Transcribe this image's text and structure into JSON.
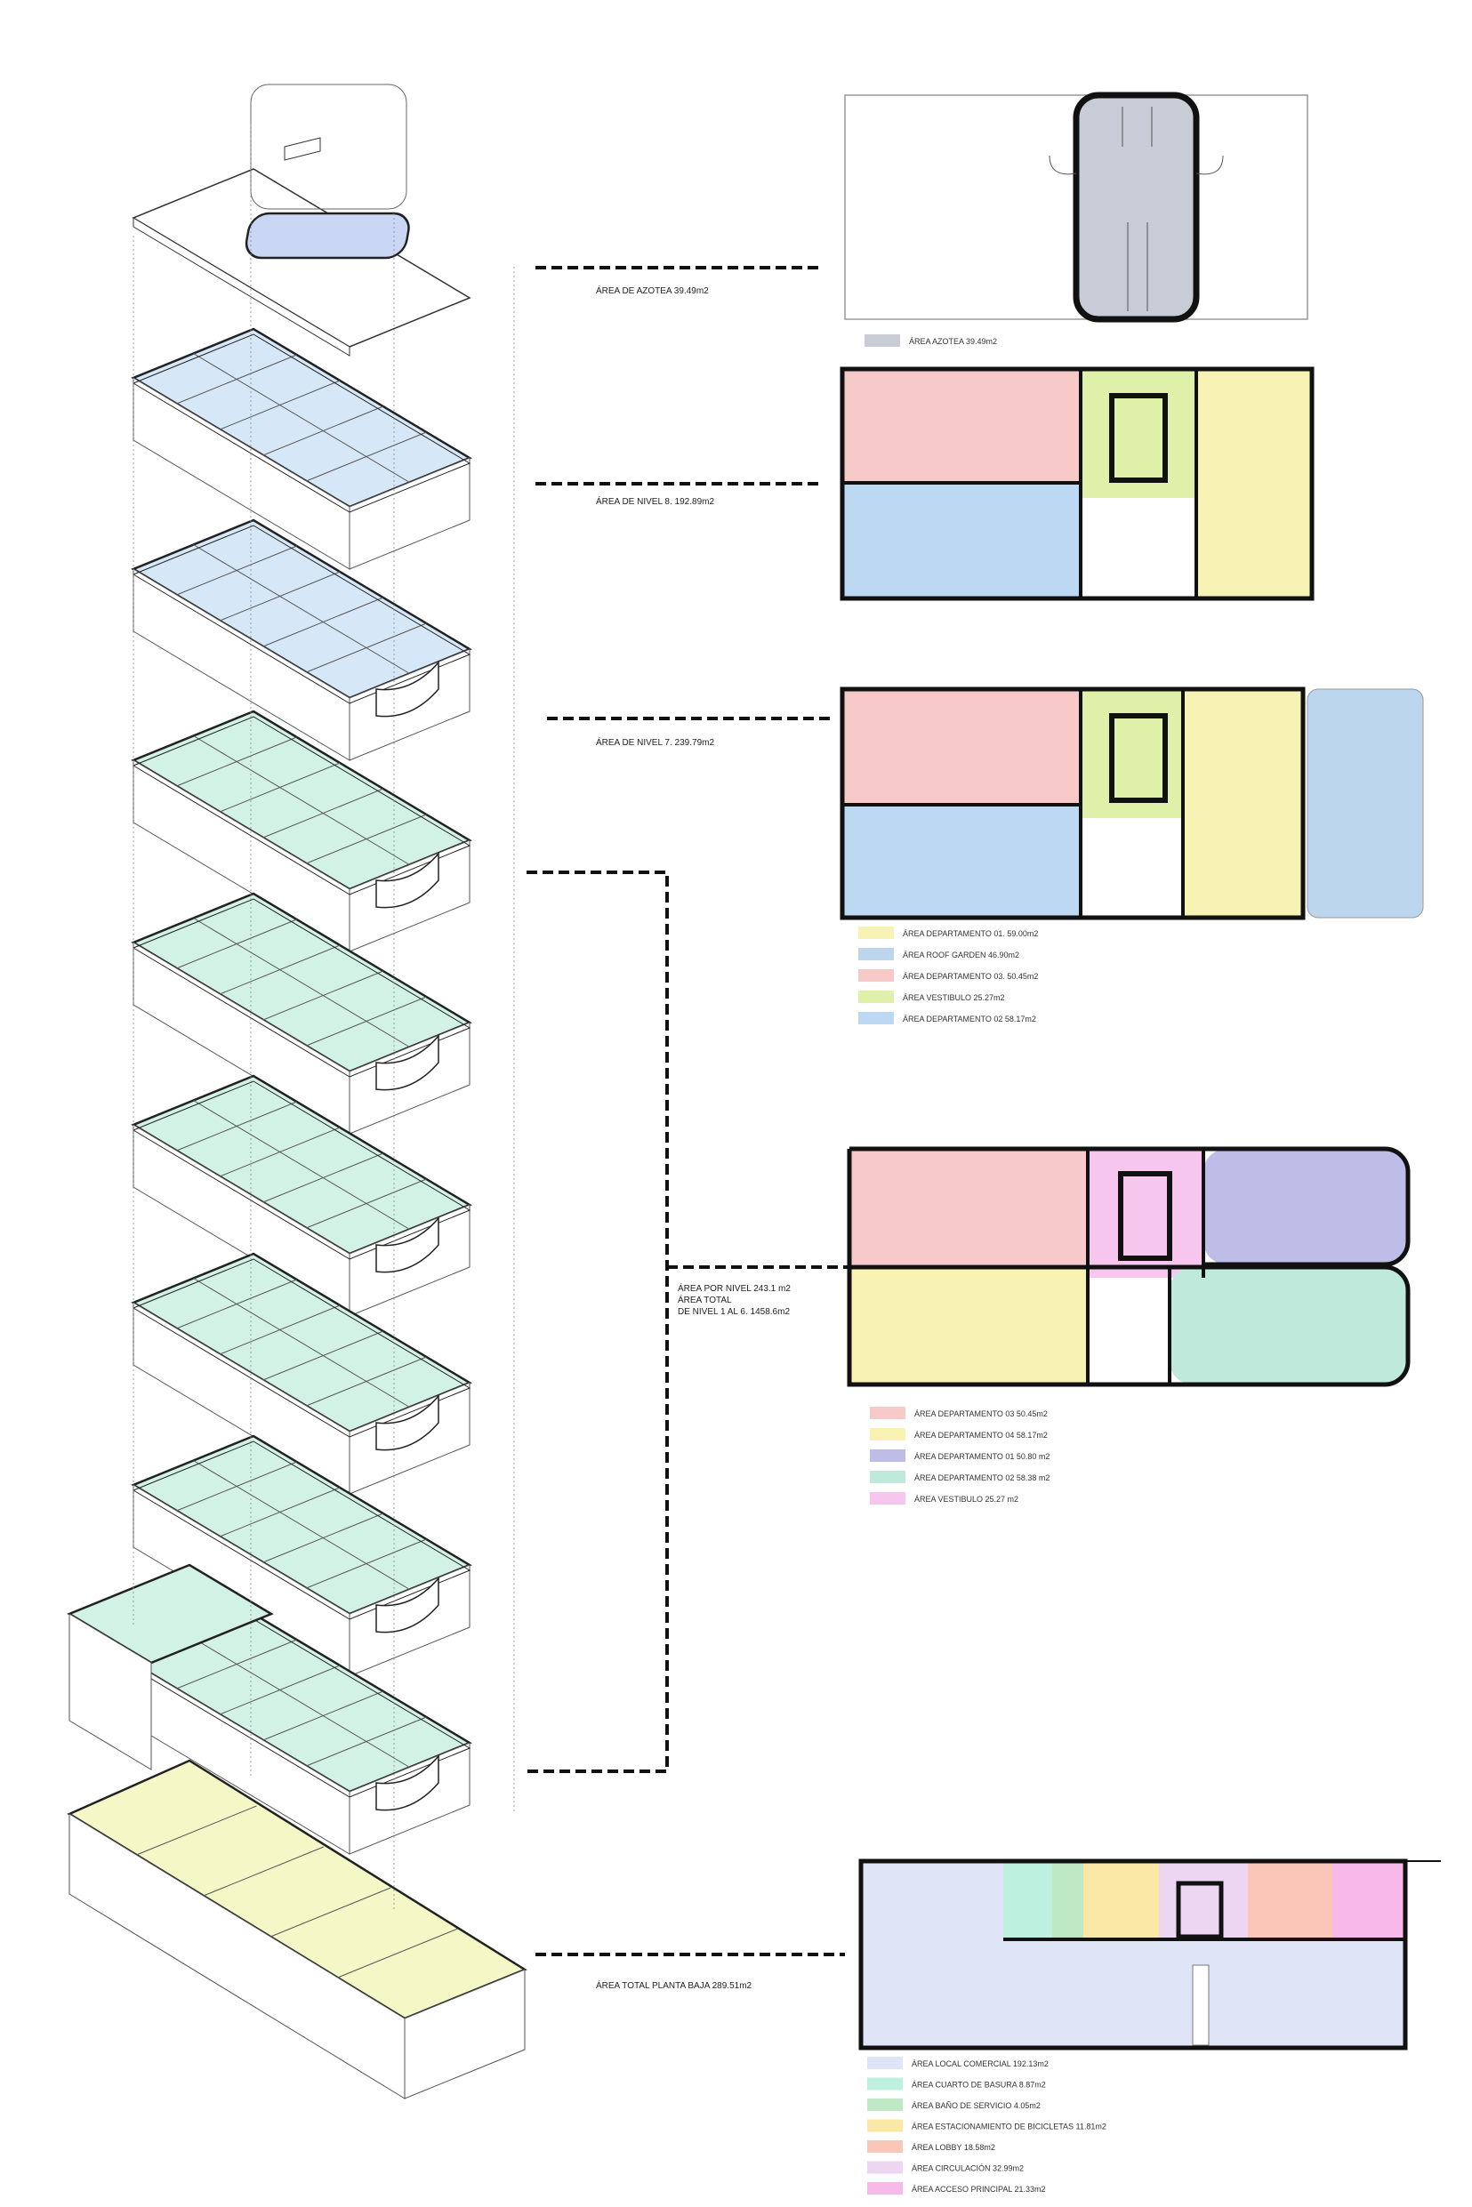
{
  "colors": {
    "azotea": "#c8ccd6",
    "dep01_n7": "#f7f3b4",
    "roof_garden": "#bcd6ee",
    "dep03": "#f8c9c9",
    "vestibulo_n7": "#dff0a8",
    "dep02_n7": "#bcd8f2",
    "dep01_typ": "#bdbde8",
    "dep02_typ": "#bfeadb",
    "dep04_typ": "#f8f3b2",
    "vestibulo_typ": "#f6c6ef",
    "planta_baja": "#f4f7c6",
    "local_comercial": "#dfe4f6",
    "cuarto_basura": "#bdf0df",
    "bano_servicio": "#bfe8c4",
    "bicicletas": "#fbe7a6",
    "lobby": "#f9c6b8",
    "circulacion": "#ecd6f2",
    "acceso_principal": "#f6b9ea",
    "tower_blue": "#d6e8f8",
    "tower_green": "#d2f2e6"
  },
  "levels": {
    "azotea_label": "ÁREA DE AZOTEA 39.49m2",
    "nivel8_label": "ÁREA DE NIVEL 8. 192.89m2",
    "nivel7_label": "ÁREA DE NIVEL 7. 239.79m2",
    "tipico_label_1": "ÁREA POR NIVEL 243.1 m2",
    "tipico_label_2": "ÁREA TOTAL",
    "tipico_label_3": "DE NIVEL 1 AL 6. 1458.6m2",
    "planta_baja_label": "ÁREA TOTAL PLANTA BAJA 289.51m2"
  },
  "legend_azotea": [
    {
      "color": "#c8ccd6",
      "label": "ÁREA AZOTEA 39.49m2"
    }
  ],
  "legend_nivel7": [
    {
      "color": "#f7f3b4",
      "label": "ÁREA DEPARTAMENTO 01. 59.00m2"
    },
    {
      "color": "#bcd6ee",
      "label": "ÁREA ROOF GARDEN 46.90m2"
    },
    {
      "color": "#f8c9c9",
      "label": "ÁREA DEPARTAMENTO 03. 50.45m2"
    },
    {
      "color": "#dff0a8",
      "label": "ÁREA VESTIBULO 25.27m2"
    },
    {
      "color": "#bcd8f2",
      "label": "ÁREA DEPARTAMENTO 02 58.17m2"
    }
  ],
  "legend_tipico": [
    {
      "color": "#f8c9c9",
      "label": "ÁREA DEPARTAMENTO 03 50.45m2"
    },
    {
      "color": "#f8f3b2",
      "label": "ÁREA DEPARTAMENTO 04 58.17m2"
    },
    {
      "color": "#bdbde8",
      "label": "ÁREA DEPARTAMENTO 01 50.80 m2"
    },
    {
      "color": "#bfeadb",
      "label": "ÁREA DEPARTAMENTO 02 58.38 m2"
    },
    {
      "color": "#f6c6ef",
      "label": "ÁREA VESTIBULO 25.27 m2"
    }
  ],
  "legend_planta_baja": [
    {
      "color": "#dfe4f6",
      "label": "ÁREA LOCAL COMERCIAL 192.13m2"
    },
    {
      "color": "#bdf0df",
      "label": "ÁREA CUARTO DE BASURA 8.87m2"
    },
    {
      "color": "#bfe8c4",
      "label": "ÁREA BAÑO DE SERVICIO 4.05m2"
    },
    {
      "color": "#fbe7a6",
      "label": "ÁREA ESTACIONAMIENTO DE BICICLETAS 11.81m2"
    },
    {
      "color": "#f9c6b8",
      "label": "ÁREA LOBBY 18.58m2"
    },
    {
      "color": "#ecd6f2",
      "label": "ÁREA CIRCULACIÓN 32.99m2"
    },
    {
      "color": "#f6b9ea",
      "label": "ÁREA ACCESO PRINCIPAL 21.33m2"
    }
  ]
}
